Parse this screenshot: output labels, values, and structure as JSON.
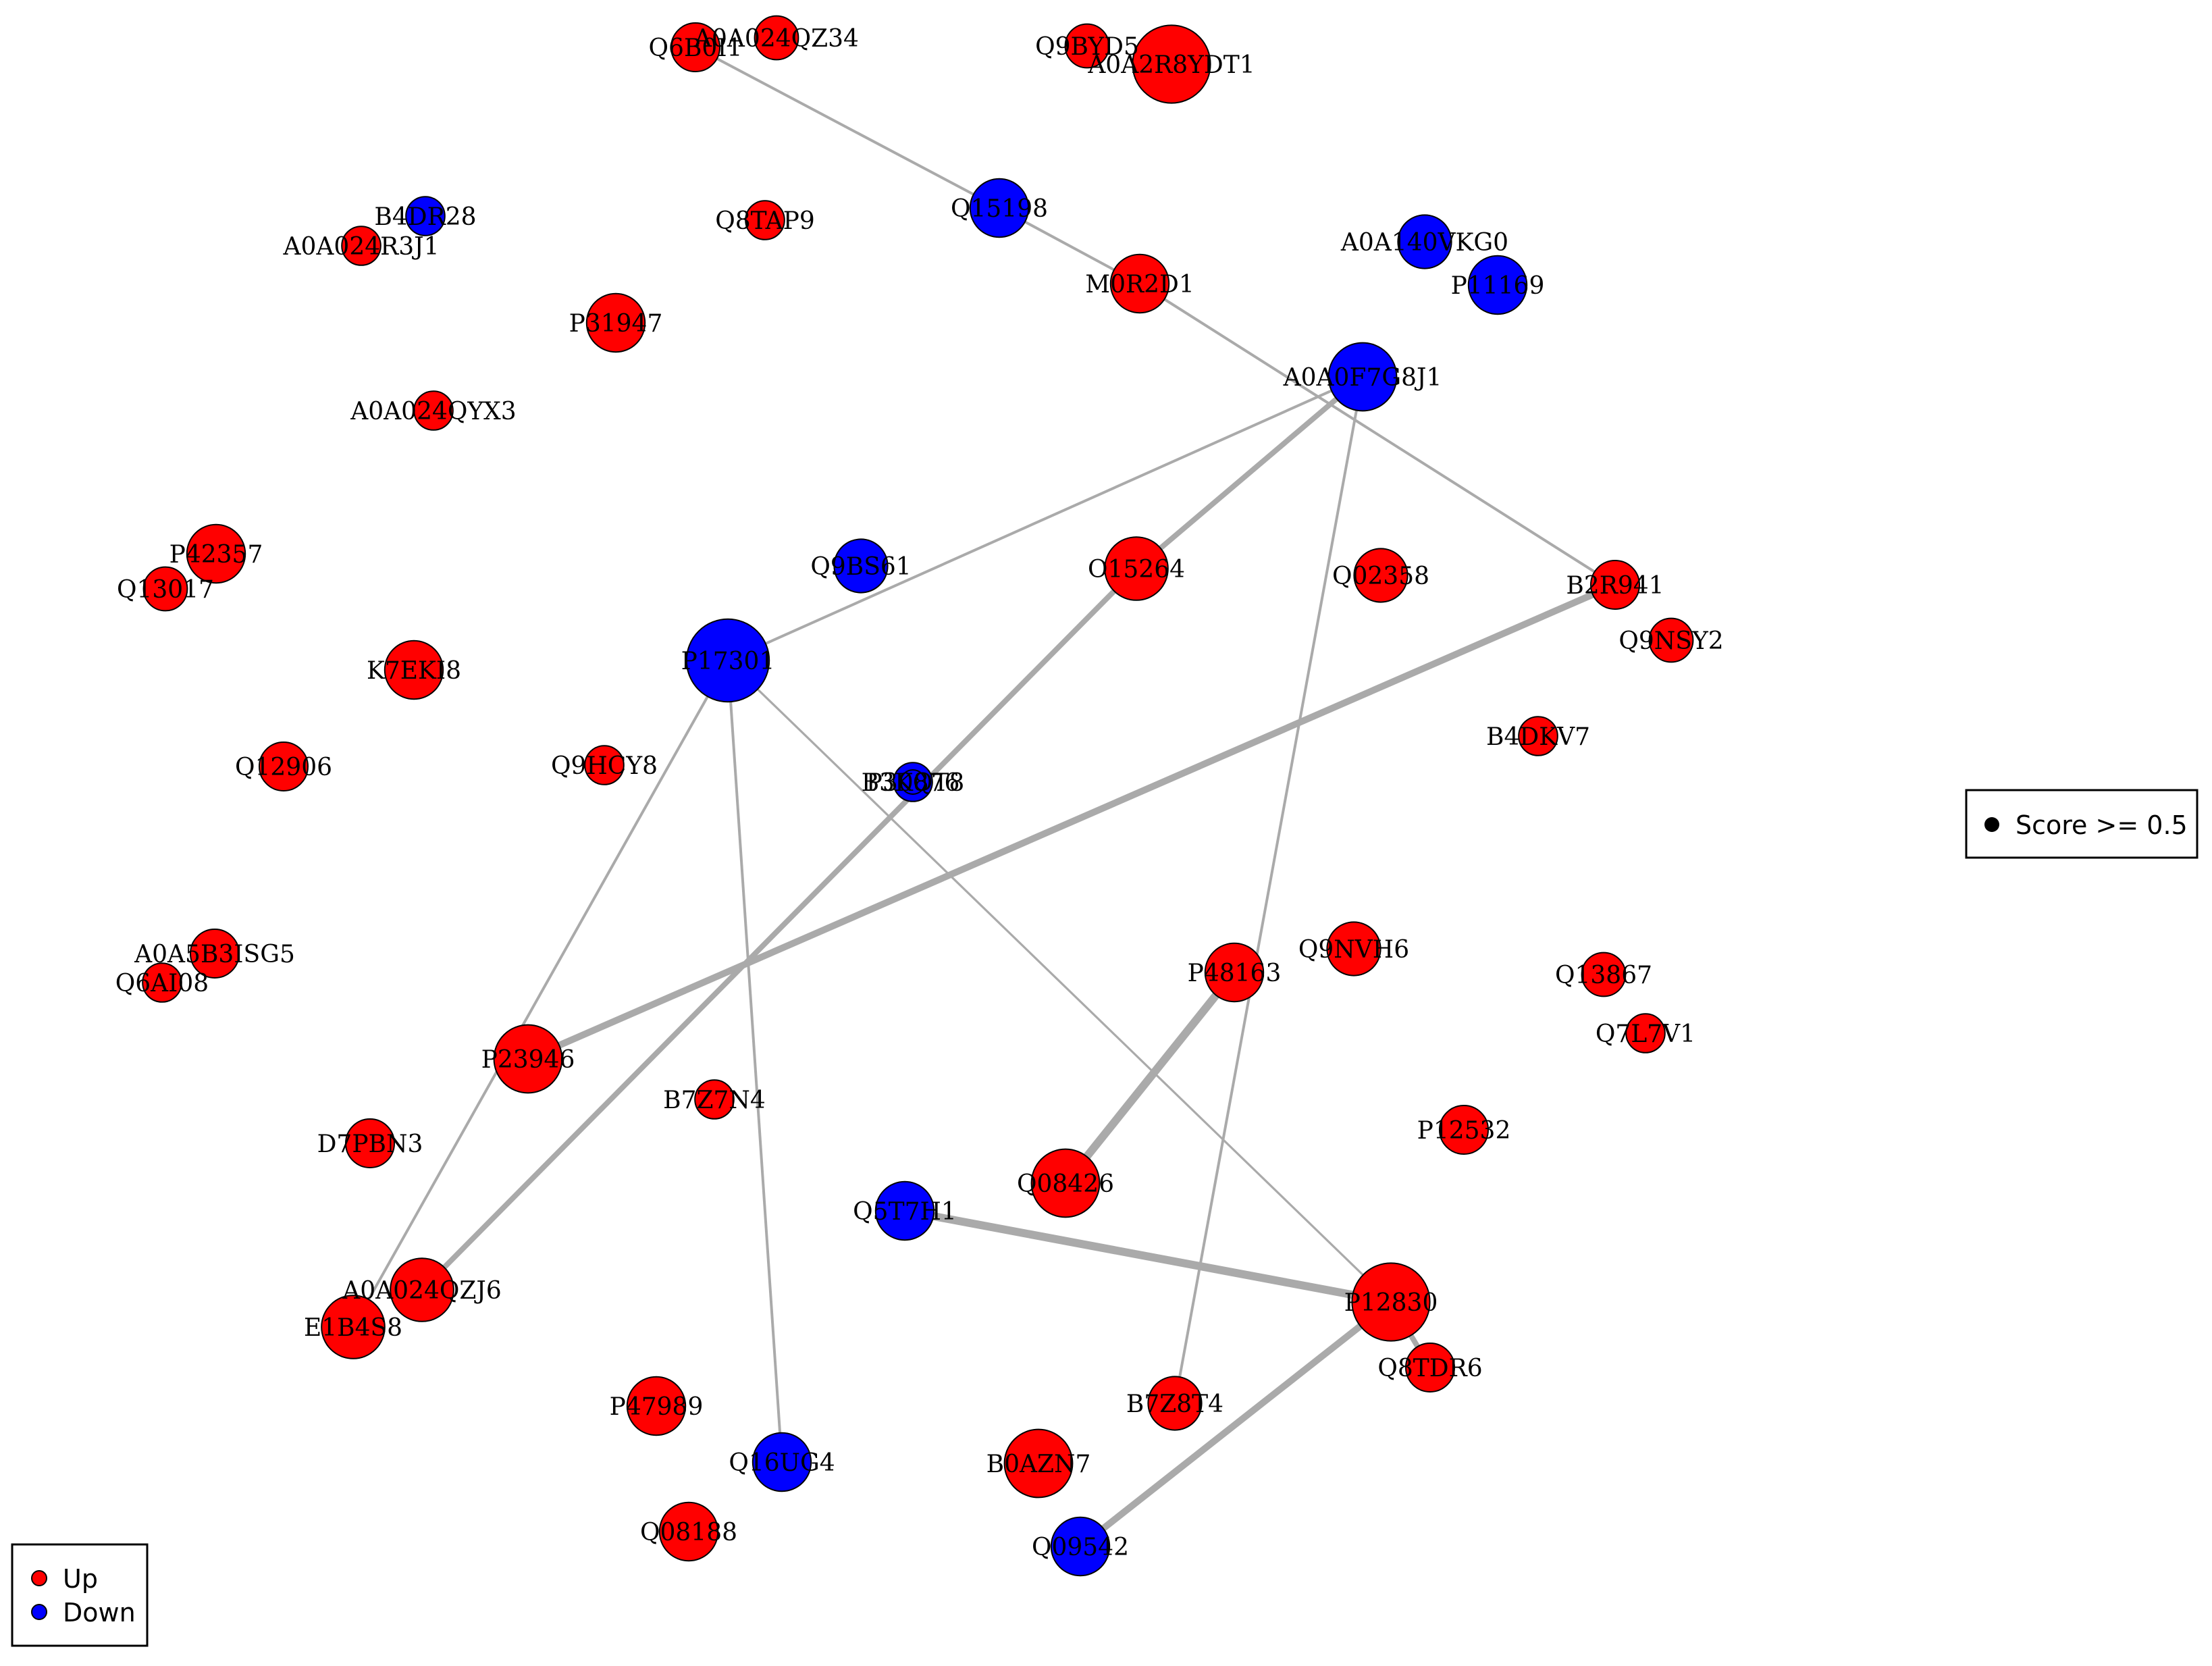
{
  "colors": {
    "up": "#ff0000",
    "down": "#0000ff",
    "edge": "#aaaaaa",
    "stroke": "#000000"
  },
  "legend_group": {
    "entries": [
      {
        "label": "Up",
        "color": "#ff0000"
      },
      {
        "label": "Down",
        "color": "#0000ff"
      }
    ]
  },
  "legend_score": {
    "label": "Score >=  0.5"
  },
  "nodes": [
    {
      "id": "Q6B0I1",
      "group": "up",
      "size": 1.0
    },
    {
      "id": "A0A024QZ34",
      "group": "up",
      "size": 0.9
    },
    {
      "id": "Q9BYD5",
      "group": "up",
      "size": 0.9
    },
    {
      "id": "A0A2R8YDT1",
      "group": "up",
      "size": 1.6
    },
    {
      "id": "Q15198",
      "group": "down",
      "size": 1.2
    },
    {
      "id": "B4DR28",
      "group": "down",
      "size": 0.8
    },
    {
      "id": "Q8TAP9",
      "group": "up",
      "size": 0.8
    },
    {
      "id": "A0A024R3J1",
      "group": "up",
      "size": 0.8
    },
    {
      "id": "A0A140VKG0",
      "group": "down",
      "size": 1.1
    },
    {
      "id": "M0R2D1",
      "group": "up",
      "size": 1.2
    },
    {
      "id": "P11169",
      "group": "down",
      "size": 1.2
    },
    {
      "id": "P31947",
      "group": "up",
      "size": 1.2
    },
    {
      "id": "A0A0F7G8J1",
      "group": "down",
      "size": 1.4
    },
    {
      "id": "A0A024QYX3",
      "group": "up",
      "size": 0.8
    },
    {
      "id": "P42357",
      "group": "up",
      "size": 1.2
    },
    {
      "id": "Q13017",
      "group": "up",
      "size": 0.9
    },
    {
      "id": "Q9BS61",
      "group": "down",
      "size": 1.1
    },
    {
      "id": "O15264",
      "group": "up",
      "size": 1.3
    },
    {
      "id": "Q02358",
      "group": "up",
      "size": 1.1
    },
    {
      "id": "B2R941",
      "group": "up",
      "size": 1.0
    },
    {
      "id": "Q9NSY2",
      "group": "up",
      "size": 0.9
    },
    {
      "id": "K7EKI8",
      "group": "up",
      "size": 1.2
    },
    {
      "id": "P17301",
      "group": "down",
      "size": 1.7
    },
    {
      "id": "B4DKV7",
      "group": "up",
      "size": 0.8
    },
    {
      "id": "Q12906",
      "group": "up",
      "size": 1.0
    },
    {
      "id": "Q9HCY8",
      "group": "up",
      "size": 0.8
    },
    {
      "id": "B3KQT8",
      "group": "down",
      "size": 0.8
    },
    {
      "id": "P30876",
      "group": "down",
      "size": 0.5
    },
    {
      "id": "A0A5B3ISG5",
      "group": "up",
      "size": 1.0
    },
    {
      "id": "Q6AI08",
      "group": "up",
      "size": 0.8
    },
    {
      "id": "Q9NVH6",
      "group": "up",
      "size": 1.1
    },
    {
      "id": "P48163",
      "group": "up",
      "size": 1.2
    },
    {
      "id": "Q13867",
      "group": "up",
      "size": 0.9
    },
    {
      "id": "Q7L7V1",
      "group": "up",
      "size": 0.8
    },
    {
      "id": "P23946",
      "group": "up",
      "size": 1.4
    },
    {
      "id": "B7Z7N4",
      "group": "up",
      "size": 0.8
    },
    {
      "id": "D7PBN3",
      "group": "up",
      "size": 1.0
    },
    {
      "id": "P12532",
      "group": "up",
      "size": 1.0
    },
    {
      "id": "Q08426",
      "group": "up",
      "size": 1.4
    },
    {
      "id": "Q5T7H1",
      "group": "down",
      "size": 1.2
    },
    {
      "id": "A0A024QZJ6",
      "group": "up",
      "size": 1.3
    },
    {
      "id": "E1B4S8",
      "group": "up",
      "size": 1.3
    },
    {
      "id": "P12830",
      "group": "up",
      "size": 1.6
    },
    {
      "id": "Q8TDR6",
      "group": "up",
      "size": 1.0
    },
    {
      "id": "P47989",
      "group": "up",
      "size": 1.2
    },
    {
      "id": "B7Z8T4",
      "group": "up",
      "size": 1.1
    },
    {
      "id": "Q16UG4",
      "group": "down",
      "size": 1.2
    },
    {
      "id": "B0AZN7",
      "group": "up",
      "size": 1.4
    },
    {
      "id": "Q08188",
      "group": "up",
      "size": 1.2
    },
    {
      "id": "Q09542",
      "group": "down",
      "size": 1.2
    }
  ],
  "edges": [
    {
      "source": "Q6B0I1",
      "target": "Q15198",
      "weight": 1
    },
    {
      "source": "Q15198",
      "target": "M0R2D1",
      "weight": 1
    },
    {
      "source": "M0R2D1",
      "target": "B2R941",
      "weight": 1
    },
    {
      "source": "A0A0F7G8J1",
      "target": "P17301",
      "weight": 1
    },
    {
      "source": "A0A0F7G8J1",
      "target": "O15264",
      "weight": 2
    },
    {
      "source": "A0A0F7G8J1",
      "target": "B7Z8T4",
      "weight": 1
    },
    {
      "source": "O15264",
      "target": "A0A024QZJ6",
      "weight": 2
    },
    {
      "source": "B2R941",
      "target": "P23946",
      "weight": 2.5
    },
    {
      "source": "P17301",
      "target": "E1B4S8",
      "weight": 1
    },
    {
      "source": "P17301",
      "target": "Q16UG4",
      "weight": 1
    },
    {
      "source": "P17301",
      "target": "P12830",
      "weight": 0.8
    },
    {
      "source": "P48163",
      "target": "Q08426",
      "weight": 3
    },
    {
      "source": "Q5T7H1",
      "target": "P12830",
      "weight": 3
    },
    {
      "source": "P12830",
      "target": "Q09542",
      "weight": 2.5
    },
    {
      "source": "P12830",
      "target": "Q8TDR6",
      "weight": 2
    }
  ]
}
